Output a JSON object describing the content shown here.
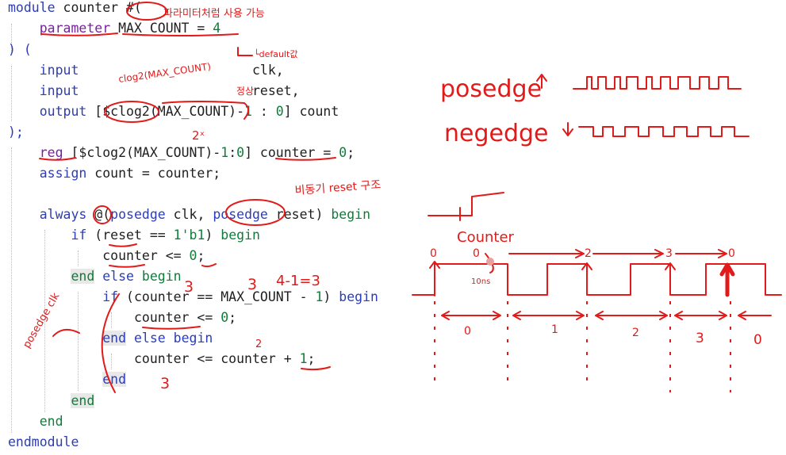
{
  "code": {
    "l1": {
      "kw": "module",
      "txt": " counter ",
      "hash": "#(",
      "note": "파라미터처럼 사용 가능"
    },
    "l2": {
      "kw": "parameter",
      "txt": " MAX_COUNT = ",
      "num": "4"
    },
    "l3": {
      "open": ") ("
    },
    "l4": {
      "kw": "input",
      "txt": "                      clk,"
    },
    "l5": {
      "kw": "input",
      "txt": "                      reset,"
    },
    "l6": {
      "kw": "output",
      "a": " [$clog2(MAX_COUNT)-",
      "num": "1",
      "b": " : ",
      "num2": "0",
      "c": "] count"
    },
    "l7": {
      "close": ");"
    },
    "l8": {
      "kw": "reg",
      "a": " [$clog2(MAX_COUNT)-",
      "num": "1",
      "b": ":",
      "num2": "0",
      "c": "] counter = ",
      "num3": "0",
      "d": ";"
    },
    "l9": {
      "kw": "assign",
      "txt": " count = counter;"
    },
    "l10": {
      "kw": "always",
      "a": " @(",
      "kw2": "posedge",
      "b": " clk, ",
      "kw3": "posedge",
      "c": " reset) ",
      "kw4": "begin"
    },
    "l11": {
      "kw": "if",
      "a": " (reset == ",
      "num": "1'b1",
      "b": ") ",
      "kw2": "begin"
    },
    "l12": {
      "a": "counter <= ",
      "num": "0",
      "b": ";"
    },
    "l13": {
      "kw": "end",
      "a": " ",
      "kw2": "else",
      "b": " ",
      "kw3": "begin"
    },
    "l14": {
      "kw": "if",
      "a": " (counter == MAX_COUNT - ",
      "num": "1",
      "b": ") ",
      "kw2": "begin"
    },
    "l15": {
      "a": "counter <= ",
      "num": "0",
      "b": ";"
    },
    "l16": {
      "kw": "end",
      "a": " ",
      "kw2": "else",
      "b": " ",
      "kw3": "begin"
    },
    "l17": {
      "a": "counter <= counter + ",
      "num": "1",
      "b": ";"
    },
    "l18": {
      "kw": "end"
    },
    "l19": {
      "kw": "end"
    },
    "l20": {
      "kw": "end"
    },
    "l21": {
      "kw": "endmodule"
    }
  },
  "notes": {
    "default": "└default값",
    "clog": "clog2(MAX_COUNT)",
    "jeongsu": "정상",
    "two_x": "2ˣ",
    "async": "비동기 reset 구조",
    "three_a": "3",
    "three_b": "3",
    "formula": "4-1=3",
    "two": "2",
    "three_c": "3",
    "posedge_clk": "posedge clk",
    "posedge": "posedge",
    "negedge": "negedge",
    "counter": "Counter",
    "ten_ns": "10ns",
    "c0a": "0",
    "c0b": "0",
    "c2": "2",
    "c3": "3",
    "c0c": "0",
    "i0": "0",
    "i1": "1",
    "i2": "2",
    "i3": "3",
    "i0b": "0"
  },
  "colors": {
    "keyword": "#2b3db8",
    "number": "#0f7d3a",
    "ink": "#e21a1a"
  }
}
